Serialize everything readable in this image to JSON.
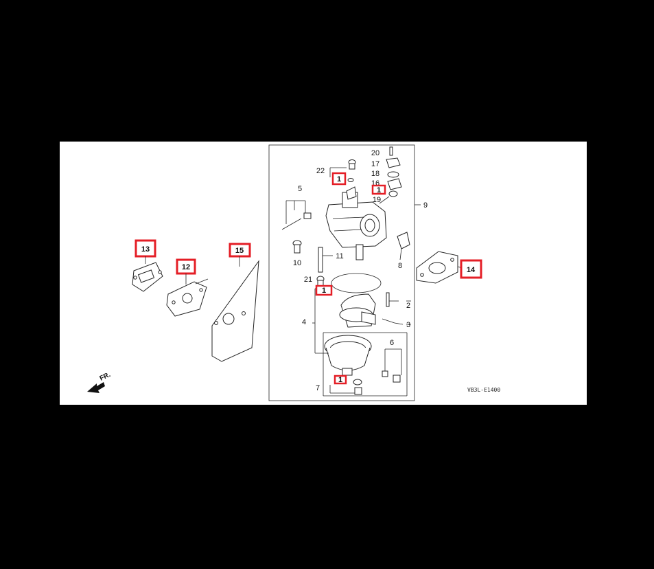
{
  "colors": {
    "background": "#000000",
    "panel": "#ffffff",
    "highlight": "#e41e26",
    "ink": "#222222"
  },
  "callouts": {
    "p1": "1",
    "p2": "2",
    "p3": "3",
    "p4": "4",
    "p5": "5",
    "p6": "6",
    "p7": "7",
    "p8": "8",
    "p9": "9",
    "p10": "10",
    "p11": "11",
    "p16": "16",
    "p17": "17",
    "p18": "18",
    "p19": "19",
    "p20": "20",
    "p21": "21",
    "p22": "22"
  },
  "highlighted": {
    "p12": "12",
    "p13": "13",
    "p14": "14",
    "p15": "15",
    "p1a": "1",
    "p1b": "1",
    "p1c": "1",
    "p1d": "1"
  },
  "direction_label": "FR.",
  "diagram_code": "VB3L-E1400"
}
